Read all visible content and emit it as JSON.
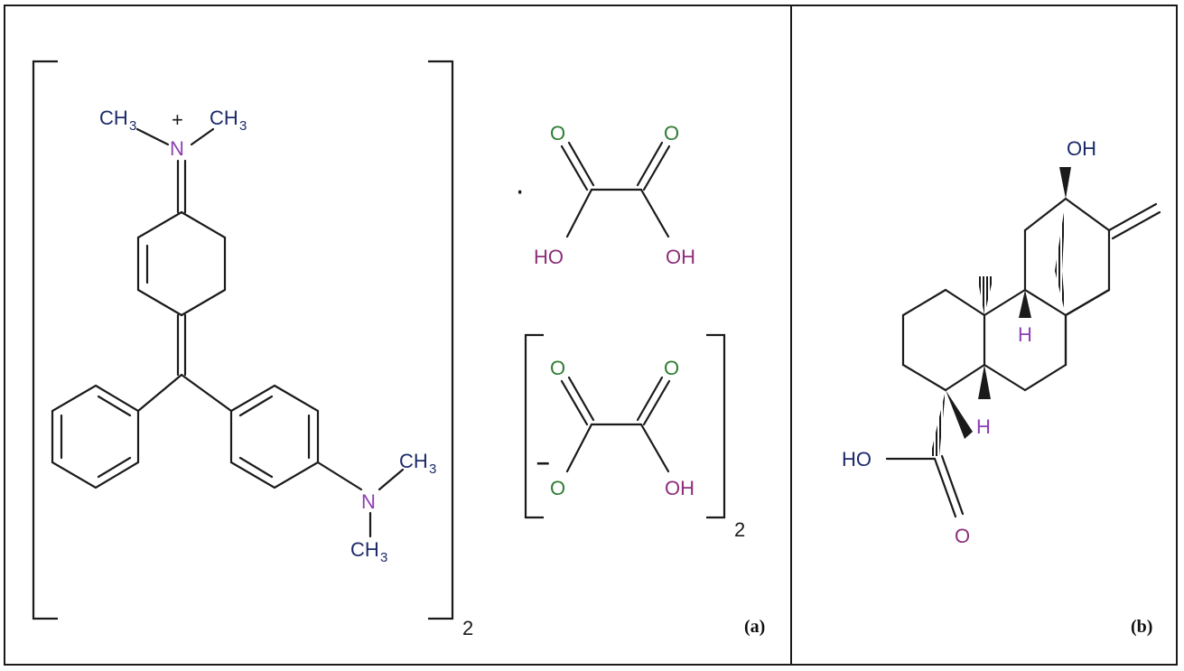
{
  "colors": {
    "carbon_label": "#1c2a6b",
    "nitrogen": "#8e3fb3",
    "oxygen": "#2e7d32",
    "hydroxyl": "#8e2f7b",
    "hydrogen": "#8e3fb3",
    "bond": "#1a1a1a"
  },
  "panel_a": {
    "caption": "(a)",
    "cation_multiplier": "2",
    "salt_dot": "·",
    "dimethyliminium": {
      "left_methyl": "CH",
      "left_sub": "3",
      "right_methyl": "CH",
      "right_sub": "3",
      "nitrogen": "N",
      "charge": "+"
    },
    "dimethylamino": {
      "top_methyl": "CH",
      "top_sub": "3",
      "bottom_methyl": "CH",
      "bottom_sub": "3",
      "nitrogen": "N"
    },
    "oxalic_acid": {
      "o_left": "O",
      "o_right": "O",
      "oh_left": "HO",
      "oh_right": "OH"
    },
    "hydrogen_oxalate": {
      "o_left": "O",
      "o_right": "O",
      "o_minus": "O",
      "oh": "OH",
      "charge": "–",
      "multiplier": "2"
    }
  },
  "panel_b": {
    "caption": "(b)",
    "oh_top": "OH",
    "h_upper": "H",
    "h_lower": "H",
    "cooh_ho": "HO",
    "cooh_o": "O"
  }
}
